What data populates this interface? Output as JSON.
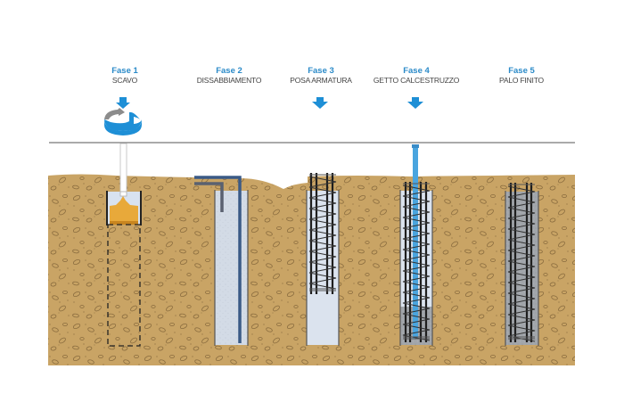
{
  "diagram": {
    "type": "process-phases",
    "subject": "Bored pile construction",
    "phases": [
      {
        "title": "Fase 1",
        "label": "SCAVO",
        "icon": "rotating-drill-arrow-icon"
      },
      {
        "title": "Fase 2",
        "label": "DISSABBIAMENTO",
        "icon": "none"
      },
      {
        "title": "Fase 3",
        "label": "POSA ARMATURA",
        "icon": "down-arrow-icon"
      },
      {
        "title": "Fase 4",
        "label": "GETTO CALCESTRUZZO",
        "icon": "down-arrow-icon"
      },
      {
        "title": "Fase 5",
        "label": "PALO FINITO",
        "icon": "none"
      }
    ]
  },
  "colors": {
    "accent_blue": "#2a8ac8",
    "icon_blue": "#1e8fd6",
    "soil": "#c9a465",
    "soil_dark": "#8a6c3e",
    "bentonite": "#d5dde8",
    "concrete": "#9ea3a8",
    "rebar": "#222222",
    "pipe_dark": "#3a5a86",
    "tremie": "#4aa5df",
    "bucket": "#e8a93a",
    "ground_line": "#777777"
  }
}
